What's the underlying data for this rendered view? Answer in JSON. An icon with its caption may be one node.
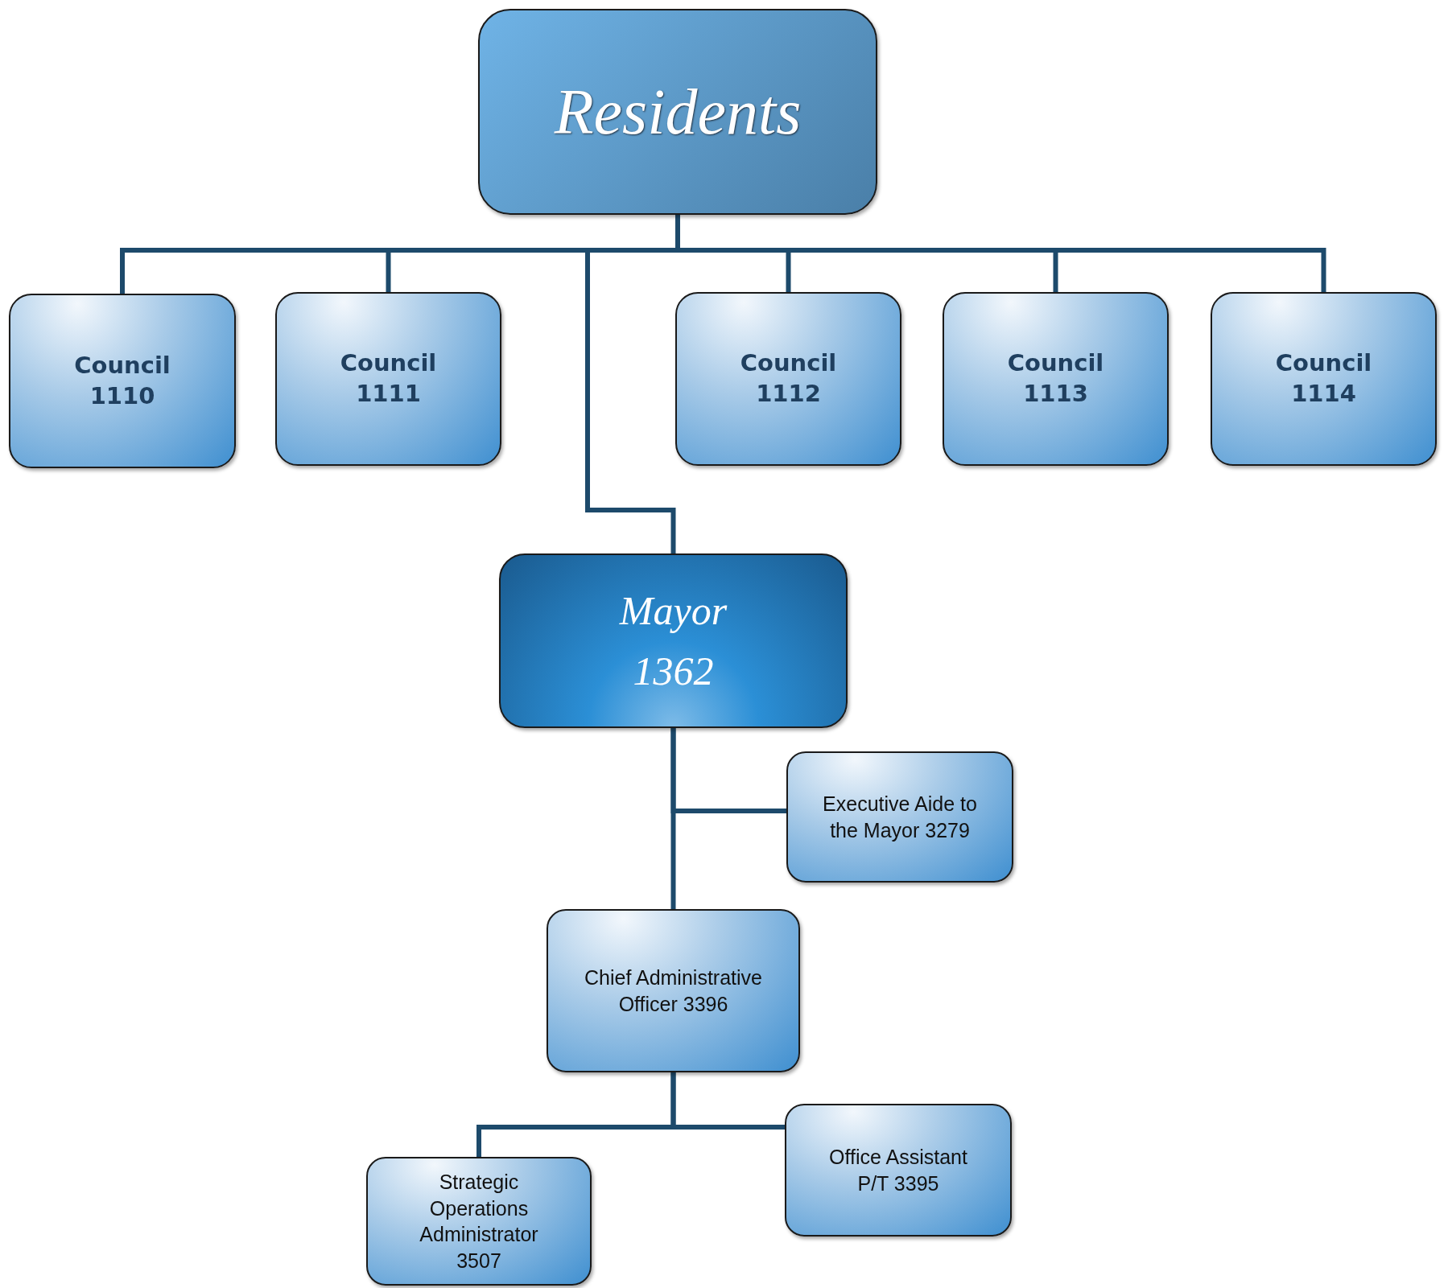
{
  "diagram": {
    "nodes": [
      {
        "text": [
          "Residents"
        ]
      },
      {
        "text": [
          "Council 1110"
        ]
      },
      {
        "text": [
          "Council 1111"
        ]
      },
      {
        "text": [
          "Council 1112"
        ]
      },
      {
        "text": [
          "Council 1113"
        ]
      },
      {
        "text": [
          "Council 1114"
        ]
      },
      {
        "text": [
          "Mayor 1362"
        ]
      },
      {
        "text": [
          "Executive Aide to the Mayor 3279"
        ]
      },
      {
        "text": [
          "Chief Administrative Officer 3396"
        ]
      },
      {
        "text": [
          "Strategic Operations Administrator 3507"
        ]
      },
      {
        "text": [
          "Office Assistant P/T 3395"
        ]
      }
    ],
    "edges": [
      {
        "from": 0,
        "to": 1,
        "arrow": "none"
      },
      {
        "from": 0,
        "to": 2,
        "arrow": "none"
      },
      {
        "from": 0,
        "to": 3,
        "arrow": "none"
      },
      {
        "from": 0,
        "to": 4,
        "arrow": "none"
      },
      {
        "from": 0,
        "to": 5,
        "arrow": "none"
      },
      {
        "from": 0,
        "to": 6,
        "arrow": "none"
      },
      {
        "from": 6,
        "to": 7,
        "arrow": "none"
      },
      {
        "from": 6,
        "to": 8,
        "arrow": "none"
      },
      {
        "from": 8,
        "to": 9,
        "arrow": "none"
      },
      {
        "from": 8,
        "to": 10,
        "arrow": "none"
      }
    ]
  }
}
